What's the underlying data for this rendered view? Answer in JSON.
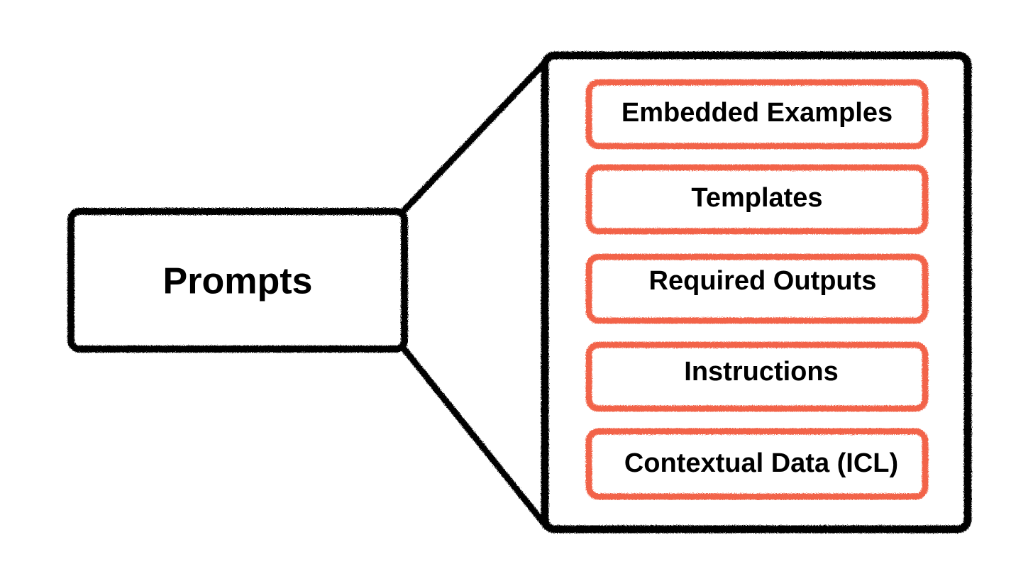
{
  "diagram": {
    "source": {
      "label": "Prompts"
    },
    "components": [
      {
        "label": "Embedded Examples"
      },
      {
        "label": "Templates"
      },
      {
        "label": "Required Outputs"
      },
      {
        "label": "Instructions"
      },
      {
        "label": "Contextual Data (ICL)"
      }
    ]
  },
  "colors": {
    "outline": "#000000",
    "component_border": "#f26449",
    "background": "#ffffff"
  }
}
